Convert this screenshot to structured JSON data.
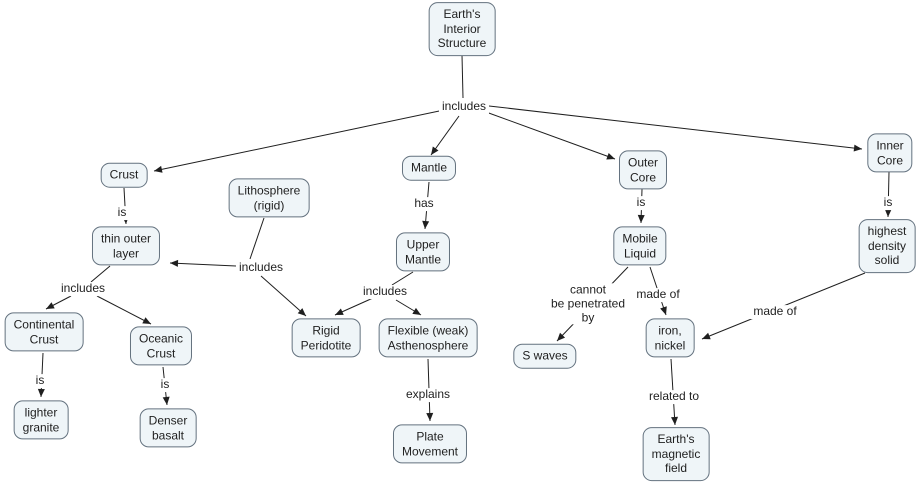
{
  "diagram": {
    "type": "concept-map",
    "nodes": [
      {
        "id": "earths-interior-structure",
        "label": "Earth's\nInterior\nStructure"
      },
      {
        "id": "crust",
        "label": "Crust"
      },
      {
        "id": "lithosphere",
        "label": "Lithosphere\n(rigid)"
      },
      {
        "id": "mantle",
        "label": "Mantle"
      },
      {
        "id": "outer-core",
        "label": "Outer\nCore"
      },
      {
        "id": "inner-core",
        "label": "Inner\nCore"
      },
      {
        "id": "thin-outer-layer",
        "label": "thin outer\nlayer"
      },
      {
        "id": "upper-mantle",
        "label": "Upper\nMantle"
      },
      {
        "id": "mobile-liquid",
        "label": "Mobile\nLiquid"
      },
      {
        "id": "highest-density-solid",
        "label": "highest\ndensity\nsolid"
      },
      {
        "id": "continental-crust",
        "label": "Continental\nCrust"
      },
      {
        "id": "oceanic-crust",
        "label": "Oceanic\nCrust"
      },
      {
        "id": "rigid-peridotite",
        "label": "Rigid\nPeridotite"
      },
      {
        "id": "flexible-asthenosphere",
        "label": "Flexible (weak)\nAsthenosphere"
      },
      {
        "id": "s-waves",
        "label": "S waves"
      },
      {
        "id": "iron-nickel",
        "label": "iron,\nnickel"
      },
      {
        "id": "lighter-granite",
        "label": "lighter\ngranite"
      },
      {
        "id": "denser-basalt",
        "label": "Denser\nbasalt"
      },
      {
        "id": "plate-movement",
        "label": "Plate\nMovement"
      },
      {
        "id": "earths-magnetic-field",
        "label": "Earth's\nmagnetic\nfield"
      }
    ],
    "links": [
      {
        "label": "includes",
        "from": "earths-interior-structure",
        "to": [
          "crust",
          "mantle",
          "outer-core",
          "inner-core"
        ]
      },
      {
        "label": "is",
        "from": "crust",
        "to": [
          "thin-outer-layer"
        ]
      },
      {
        "label": "includes",
        "from": "lithosphere",
        "to": [
          "thin-outer-layer",
          "rigid-peridotite"
        ]
      },
      {
        "label": "has",
        "from": "mantle",
        "to": [
          "upper-mantle"
        ]
      },
      {
        "label": "includes",
        "from": "upper-mantle",
        "to": [
          "rigid-peridotite",
          "flexible-asthenosphere"
        ]
      },
      {
        "label": "includes",
        "from": "thin-outer-layer",
        "to": [
          "continental-crust",
          "oceanic-crust"
        ]
      },
      {
        "label": "is",
        "from": "continental-crust",
        "to": [
          "lighter-granite"
        ]
      },
      {
        "label": "is",
        "from": "oceanic-crust",
        "to": [
          "denser-basalt"
        ]
      },
      {
        "label": "explains",
        "from": "flexible-asthenosphere",
        "to": [
          "plate-movement"
        ]
      },
      {
        "label": "is",
        "from": "outer-core",
        "to": [
          "mobile-liquid"
        ]
      },
      {
        "label": "cannot\nbe penetrated\nby",
        "from": "mobile-liquid",
        "to": [
          "s-waves"
        ]
      },
      {
        "label": "made of",
        "from": "mobile-liquid",
        "to": [
          "iron-nickel"
        ]
      },
      {
        "label": "is",
        "from": "inner-core",
        "to": [
          "highest-density-solid"
        ]
      },
      {
        "label": "made of",
        "from": "highest-density-solid",
        "to": [
          "iron-nickel"
        ]
      },
      {
        "label": "related to",
        "from": "iron-nickel",
        "to": [
          "earths-magnetic-field"
        ]
      }
    ],
    "colors": {
      "node_fill": "#eff5f8",
      "node_border": "#64727f",
      "line": "#1f1f1f",
      "text": "#1f1f1f",
      "background": "#ffffff"
    }
  }
}
